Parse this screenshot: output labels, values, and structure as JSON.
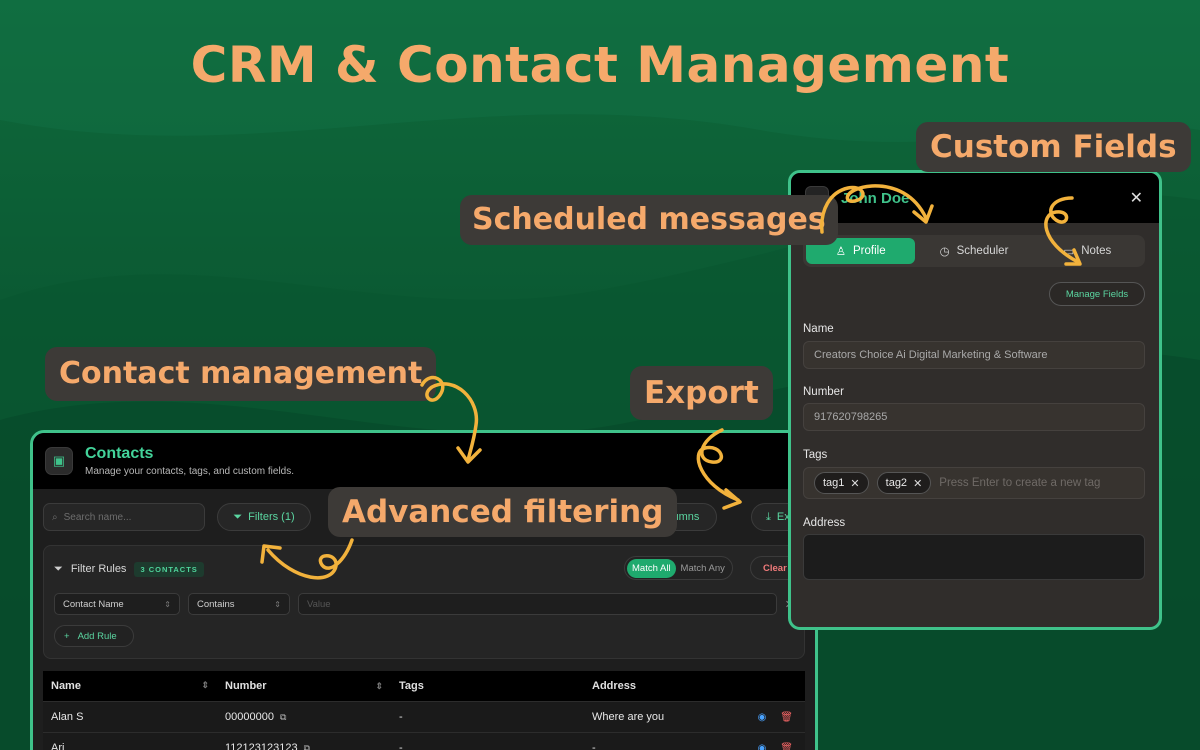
{
  "headline": "CRM & Contact Management",
  "callouts": {
    "custom_fields": "Custom Fields",
    "scheduled_messages": "Scheduled messages",
    "contact_management": "Contact management",
    "export": "Export",
    "advanced_filtering": "Advanced filtering"
  },
  "contacts": {
    "title": "Contacts",
    "subtitle": "Manage your contacts, tags, and custom fields.",
    "search_placeholder": "Search name...",
    "filters_label": "Filters (1)",
    "columns_label": "Columns",
    "export_label": "Export",
    "filter_rules": {
      "title": "Filter Rules",
      "badge": "3 CONTACTS",
      "match_all": "Match All",
      "match_any": "Match Any",
      "clear": "Clear",
      "field": "Contact Name",
      "operator": "Contains",
      "value_placeholder": "Value",
      "add_rule": "Add Rule"
    },
    "table": {
      "headers": [
        "Name",
        "Number",
        "Tags",
        "Address"
      ],
      "rows": [
        {
          "name": "Alan S",
          "number": "00000000",
          "tags": "-",
          "address": "Where are you"
        },
        {
          "name": "Ari",
          "number": "112123123123",
          "tags": "-",
          "address": "-"
        }
      ]
    }
  },
  "profile": {
    "name": "John Doe",
    "tabs": [
      "Profile",
      "Scheduler",
      "Notes"
    ],
    "active_tab": "Profile",
    "manage_fields": "Manage Fields",
    "name_label": "Name",
    "name_value": "Creators Choice Ai Digital Marketing & Software",
    "number_label": "Number",
    "number_value": "917620798265",
    "tags_label": "Tags",
    "tags": [
      "tag1",
      "tag2"
    ],
    "tags_placeholder": "Press Enter to create a new tag",
    "address_label": "Address",
    "address_value": ""
  },
  "colors": {
    "accent": "#3fc28a",
    "callout_text": "#f5a96b",
    "callout_bg": "#3d3a37",
    "arrow": "#f2b23c"
  }
}
